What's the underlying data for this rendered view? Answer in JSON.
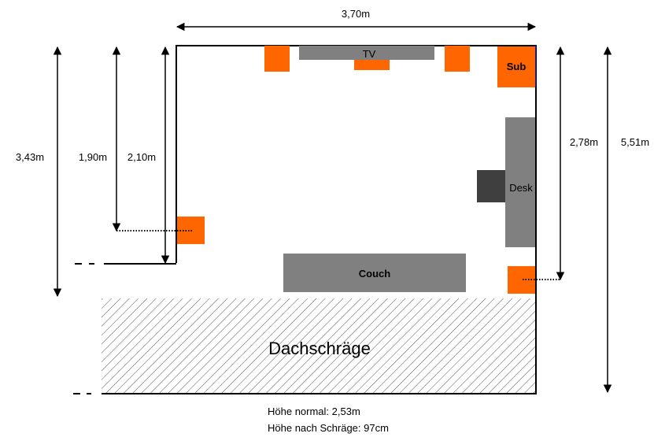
{
  "dimensions": {
    "width": "3,70m",
    "height_total": "5,51m",
    "left_outer": "3,43m",
    "left_speaker": "1,90m",
    "left_wall": "2,10m",
    "right_speaker": "2,78m"
  },
  "furniture": {
    "tv": "TV",
    "sub": "Sub",
    "desk": "Desk",
    "couch": "Couch"
  },
  "area": {
    "slope": "Dachschräge"
  },
  "notes": {
    "height_normal": "Höhe normal: 2,53m",
    "height_slope": "Höhe nach Schräge: 97cm"
  },
  "colors": {
    "speaker": "#ff6600",
    "furniture": "#808080",
    "monitor": "#3f3f3f",
    "sub_edge": "#1a1acc",
    "wall": "#000000"
  }
}
